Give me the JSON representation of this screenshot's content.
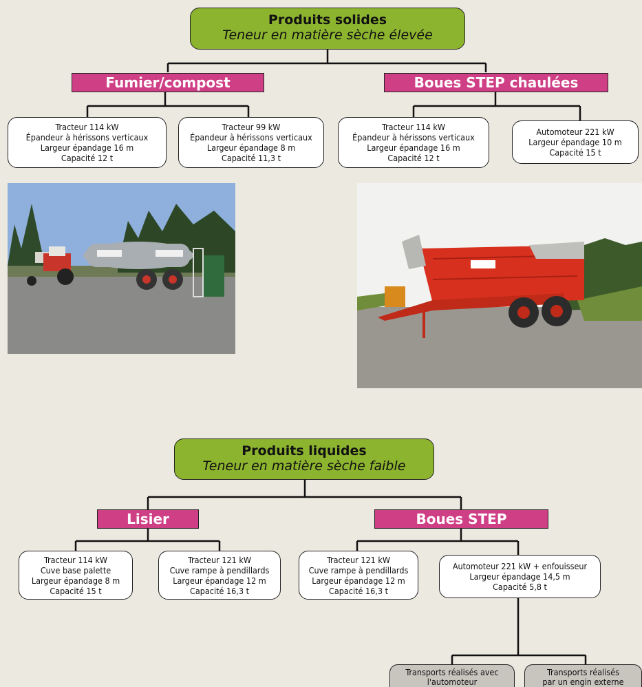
{
  "solides": {
    "title": "Produits solides",
    "subtitle": "Teneur en matière sèche élevée",
    "categories": [
      {
        "label": "Fumier/compost",
        "leaves": [
          [
            "Tracteur 114 kW",
            "Épandeur à hérissons verticaux",
            "Largeur épandage 16 m",
            "Capacité 12 t"
          ],
          [
            "Tracteur 99 kW",
            "Épandeur à hérissons verticaux",
            "Largeur épandage 8 m",
            "Capacité 11,3 t"
          ]
        ]
      },
      {
        "label": "Boues STEP chaulées",
        "leaves": [
          [
            "Tracteur 114 kW",
            "Épandeur à hérissons verticaux",
            "Largeur épandage 16 m",
            "Capacité 12 t"
          ],
          [
            "Automoteur 221 kW",
            "Largeur épandage 10 m",
            "Capacité 15 t"
          ]
        ]
      }
    ]
  },
  "liquides": {
    "title": "Produits liquides",
    "subtitle": "Teneur en matière sèche faible",
    "categories": [
      {
        "label": "Lisier",
        "leaves": [
          [
            "Tracteur 114 kW",
            "Cuve base palette",
            "Largeur épandage 8 m",
            "Capacité 15 t"
          ],
          [
            "Tracteur 121 kW",
            "Cuve rampe à pendillards",
            "Largeur épandage 12 m",
            "Capacité 16,3 t"
          ]
        ]
      },
      {
        "label": "Boues STEP",
        "leaves": [
          [
            "Tracteur 121 kW",
            "Cuve rampe à pendillards",
            "Largeur épandage 12 m",
            "Capacité 16,3 t"
          ],
          [
            "Automoteur 221 kW + enfouisseur",
            "Largeur épandage 14,5 m",
            "Capacité 5,8 t"
          ]
        ]
      }
    ],
    "transports": [
      [
        "Transports réalisés avec",
        "l'automoteur"
      ],
      [
        "Transports réalisés",
        "par un engin externe"
      ]
    ]
  },
  "photos": [
    {
      "name": "tanker-photo",
      "colors": {
        "sky": "#8fb0dc",
        "ground": "#8a8a88",
        "tank": "#a8aeb2",
        "tractor": "#c8352a"
      }
    },
    {
      "name": "spreader-photo",
      "colors": {
        "sky": "#f2f2f0",
        "ground": "#9a9690",
        "body": "#d8301e",
        "grass": "#6f8d3a"
      }
    }
  ]
}
